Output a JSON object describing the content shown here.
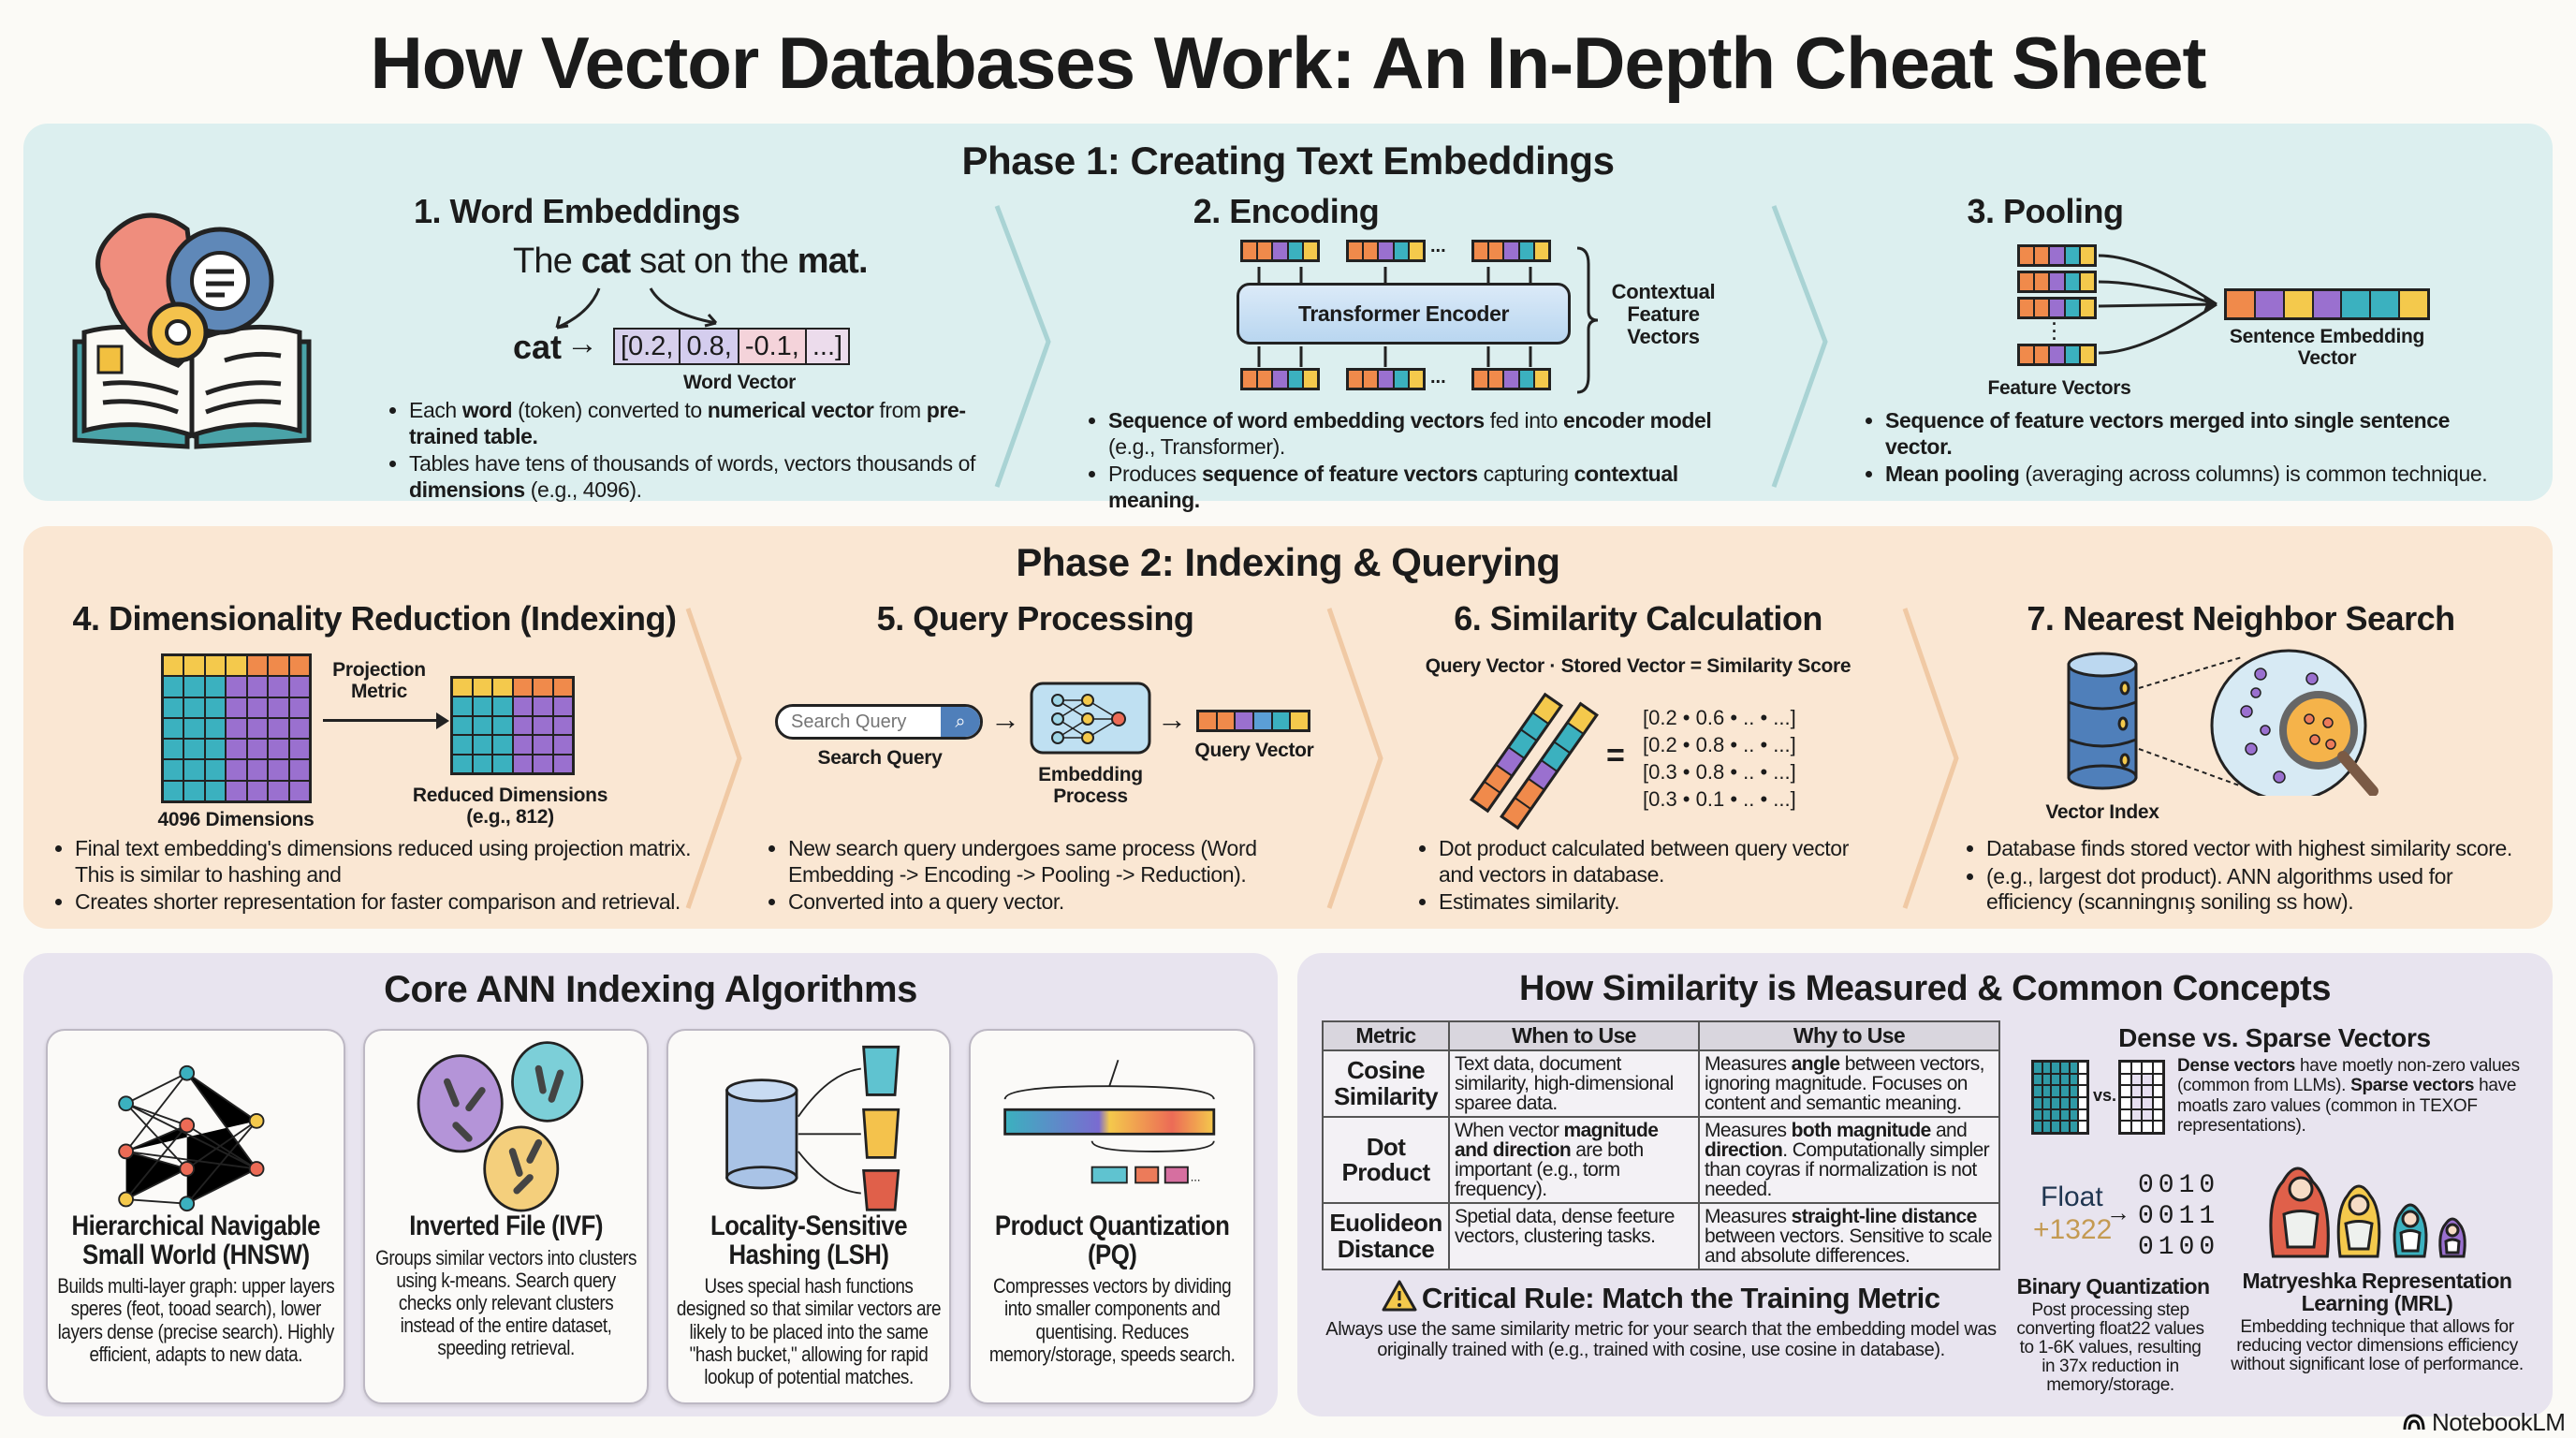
{
  "title": "How Vector Databases Work: An In-Depth Cheat Sheet",
  "palette": {
    "orange": "#f08a4b",
    "purple": "#9a70cf",
    "teal": "#3bb1bf",
    "yellow": "#f4c94c",
    "blue": "#5b9fd6",
    "phase1_bg": "#dcefef",
    "phase2_bg": "#fae7d3",
    "bottom_bg": "#e8e4ef"
  },
  "phase1": {
    "title": "Phase 1: Creating Text Embeddings",
    "step1": {
      "title": "1. Word Embeddings",
      "sentence": [
        {
          "t": "The "
        },
        {
          "t": "cat",
          "b": true
        },
        {
          "t": " sat on the "
        },
        {
          "t": "mat.",
          "b": true
        }
      ],
      "token": "cat",
      "vector": [
        "[0.2,",
        "0.8,",
        "-0.1,",
        "...]"
      ],
      "vector_label": "Word Vector",
      "bullets": [
        [
          {
            "t": "Each "
          },
          {
            "t": "word",
            "b": true
          },
          {
            "t": " (token) converted to "
          },
          {
            "t": "numerical vector",
            "b": true
          },
          {
            "t": " from "
          },
          {
            "t": "pre-trained table.",
            "b": true
          }
        ],
        [
          {
            "t": "Tables have tens of thousands of words, vectors thousands of "
          },
          {
            "t": "dimensions",
            "b": true
          },
          {
            "t": " (e.g., 4096)."
          }
        ]
      ]
    },
    "step2": {
      "title": "2. Encoding",
      "encoder_label": "Transformer Encoder",
      "brace_label": "Contextual Feature Vectors",
      "ellipsis": "...",
      "bullets": [
        [
          {
            "t": "Sequence of word embedding vectors",
            "b": true
          },
          {
            "t": " fed into "
          },
          {
            "t": "encoder model",
            "b": true
          },
          {
            "t": " (e.g., Transformer)."
          }
        ],
        [
          {
            "t": "Produces "
          },
          {
            "t": "sequence of feature vectors",
            "b": true
          },
          {
            "t": " capturing "
          },
          {
            "t": "contextual meaning.",
            "b": true
          }
        ]
      ]
    },
    "step3": {
      "title": "3. Pooling",
      "feature_label": "Feature Vectors",
      "output_label": "Sentence Embedding Vector",
      "bullets": [
        [
          {
            "t": "Sequence of feature vectors merged into single sentence vector.",
            "b": true
          }
        ],
        [
          {
            "t": "Mean pooling",
            "b": true
          },
          {
            "t": " (averaging across columns) is common technique."
          }
        ]
      ]
    }
  },
  "phase2": {
    "title": "Phase 2: Indexing & Querying",
    "step4": {
      "title": "4. Dimensionality Reduction (Indexing)",
      "projection_label": "Projection Metric",
      "source_label": "4096 Dimensions",
      "target_label": "Reduced Dimensions (e.g., 812)",
      "bullets": [
        [
          {
            "t": "Final text embedding's dimensions reduced using projection matrix. This is similar to hashing and"
          }
        ],
        [
          {
            "t": "Creates shorter representation for faster comparison and retrieval."
          }
        ]
      ]
    },
    "step5": {
      "title": "5. Query Processing",
      "search_placeholder": "Search Query",
      "search_label": "Search Query",
      "embedding_label": "Embedding Process",
      "query_vector_label": "Query Vector",
      "bullets": [
        [
          {
            "t": "New search query undergoes same process (Word Embedding -> Encoding -> Pooling -> Reduction)."
          }
        ],
        [
          {
            "t": "Converted into a query vector."
          }
        ]
      ]
    },
    "step6": {
      "title": "6. Similarity Calculation",
      "formula": "Query Vector · Stored Vector = Similarity Score",
      "equals": "=",
      "rows": [
        "[0.2 • 0.6 • .. • ...]",
        "[0.2 • 0.8 • .. • ...]",
        "[0.3 • 0.8 • .. • ...]",
        "[0.3 • 0.1 • .. • ...]"
      ],
      "bullets": [
        [
          {
            "t": "Dot product calculated between query vector and vectors in database."
          }
        ],
        [
          {
            "t": "Estimates similarity."
          }
        ]
      ]
    },
    "step7": {
      "title": "7. Nearest Neighbor Search",
      "index_label": "Vector Index",
      "bullets": [
        [
          {
            "t": "Database finds stored vector with highest similarity score."
          }
        ],
        [
          {
            "t": "(e.g., largest dot product). ANN algorithms used for efficiency (scanningnış soniling ss how)."
          }
        ]
      ]
    }
  },
  "ann": {
    "title": "Core ANN Indexing Algorithms",
    "cards": [
      {
        "icon": "graph-network-icon",
        "title": "Hierarchical Navigable Small World (HNSW)",
        "desc": "Builds multi-layer graph: upper layers speres (feot, tooad search), lower layers dense (precise search). Highly efficient, adapts to new data."
      },
      {
        "icon": "clusters-icon",
        "title": "Inverted File (IVF)",
        "desc": "Groups similar vectors into clusters using k-means. Search query checks only relevant clusters instead of the entire dataset, speeding retrieval."
      },
      {
        "icon": "hash-buckets-icon",
        "title": "Locality-Sensitive Hashing (LSH)",
        "desc": "Uses special hash functions designed so that similar vectors are likely to be placed into the same \"hash bucket,\" allowing for rapid lookup of potential matches."
      },
      {
        "icon": "quantized-vector-icon",
        "title": "Product Quantization (PQ)",
        "desc": "Compresses vectors by dividing into smaller components and quentising. Reduces memory/storage, speeds search."
      }
    ]
  },
  "similarity": {
    "title": "How Similarity is Measured & Common Concepts",
    "table": {
      "headers": [
        "Metric",
        "When to Use",
        "Why to Use"
      ],
      "rows": [
        {
          "metric": "Cosine Similarity",
          "when": [
            {
              "t": "Text data, document similarity, high-dimensional sparee data."
            }
          ],
          "why": [
            {
              "t": "Measures "
            },
            {
              "t": "angle",
              "b": true
            },
            {
              "t": " between vectors, ignoring magnitude. Focuses on content and semantic meaning."
            }
          ]
        },
        {
          "metric": "Dot Product",
          "when": [
            {
              "t": "When vector "
            },
            {
              "t": "magnitude and direction",
              "b": true
            },
            {
              "t": " are both important (e.g., torm frequency)."
            }
          ],
          "why": [
            {
              "t": "Measures "
            },
            {
              "t": "both magnitude",
              "b": true
            },
            {
              "t": " and "
            },
            {
              "t": "direction",
              "b": true
            },
            {
              "t": ". Computationally simpler than coyras if normalization is not needed."
            }
          ]
        },
        {
          "metric": "Euolideon Distance",
          "when": [
            {
              "t": "Spetial data, dense feeture vectors, clustering tasks."
            }
          ],
          "why": [
            {
              "t": "Measures "
            },
            {
              "t": "straight-line distance",
              "b": true
            },
            {
              "t": " between vectors. Sensitive to scale and absolute differences."
            }
          ]
        }
      ]
    },
    "critical": {
      "title": "Critical Rule: Match the Training Metric",
      "text": "Always use the same similarity metric for your search that the embedding model was originally trained with (e.g., trained with cosine, use cosine in database)."
    },
    "dense_sparse": {
      "title": "Dense vs. Sparse Vectors",
      "vs": "vs.",
      "text": [
        {
          "t": "Dense vectors",
          "b": true
        },
        {
          "t": " have moetly non-zero values (common from LLMs). "
        },
        {
          "t": "Sparse vectors",
          "b": true
        },
        {
          "t": " have moatls zaro values (common in TEXOF representations)."
        }
      ]
    },
    "binary": {
      "float_label": "Float",
      "float_value": "+1322",
      "bits": [
        "0010",
        "0011",
        "0100"
      ],
      "title": "Binary Quantization",
      "desc": "Post processing step converting float22 values to 1-6K values, resulting in 37x reduction in memory/storage."
    },
    "mrl": {
      "title": "Matryeshka Representation Learning (MRL)",
      "desc": "Embedding technique that allows for reducing vector dimensions efficiency without significant lose of performance."
    }
  },
  "logo": "NotebookLM"
}
